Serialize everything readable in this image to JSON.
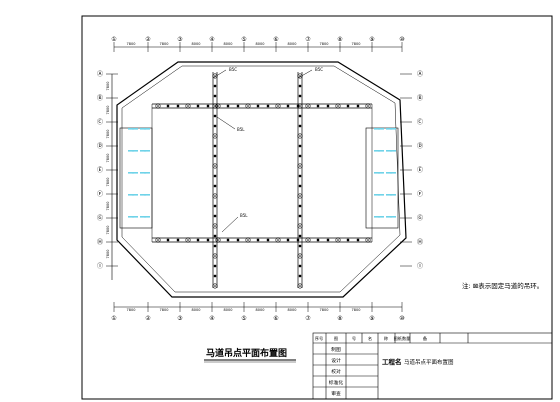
{
  "drawing": {
    "title": "马道吊点平面布置图",
    "note": "注: ⊠表示固定马道的吊环。",
    "callout_labels": [
      "B5C",
      "B5C",
      "B5L",
      "B5L"
    ]
  },
  "axes": {
    "top_labels": [
      "①",
      "②",
      "③",
      "④",
      "⑤",
      "⑥",
      "⑦",
      "⑧",
      "⑨",
      "⑩"
    ],
    "left_labels": [
      "Ⓐ",
      "Ⓑ",
      "Ⓒ",
      "Ⓓ",
      "Ⓔ",
      "Ⓕ",
      "Ⓖ",
      "Ⓗ",
      "Ⓘ"
    ],
    "right_labels": [
      "Ⓐ",
      "Ⓑ",
      "Ⓒ",
      "Ⓓ",
      "Ⓔ",
      "Ⓕ",
      "Ⓖ",
      "Ⓗ",
      "Ⓘ"
    ],
    "dim_top": [
      "7800",
      "7800",
      "8000",
      "8000",
      "8000",
      "8000",
      "7800",
      "7800"
    ],
    "dim_bottom": [
      "7800",
      "7800",
      "8000",
      "8000",
      "8000",
      "8000",
      "7800",
      "7800"
    ],
    "dim_left": [
      "7800",
      "7800",
      "7800",
      "7800",
      "7800",
      "7800",
      "7800",
      "7800"
    ]
  },
  "title_block": {
    "header": [
      "序号",
      "图",
      "号",
      "名",
      "称",
      "图纸数量",
      "备"
    ],
    "roles": [
      "制图",
      "设计",
      "校对",
      "标准化",
      "审查"
    ],
    "project_label": "工程名",
    "project_name": "马道吊点平面布置图"
  },
  "colors": {
    "line": "#000000",
    "fixture": "#6fd3e8"
  }
}
